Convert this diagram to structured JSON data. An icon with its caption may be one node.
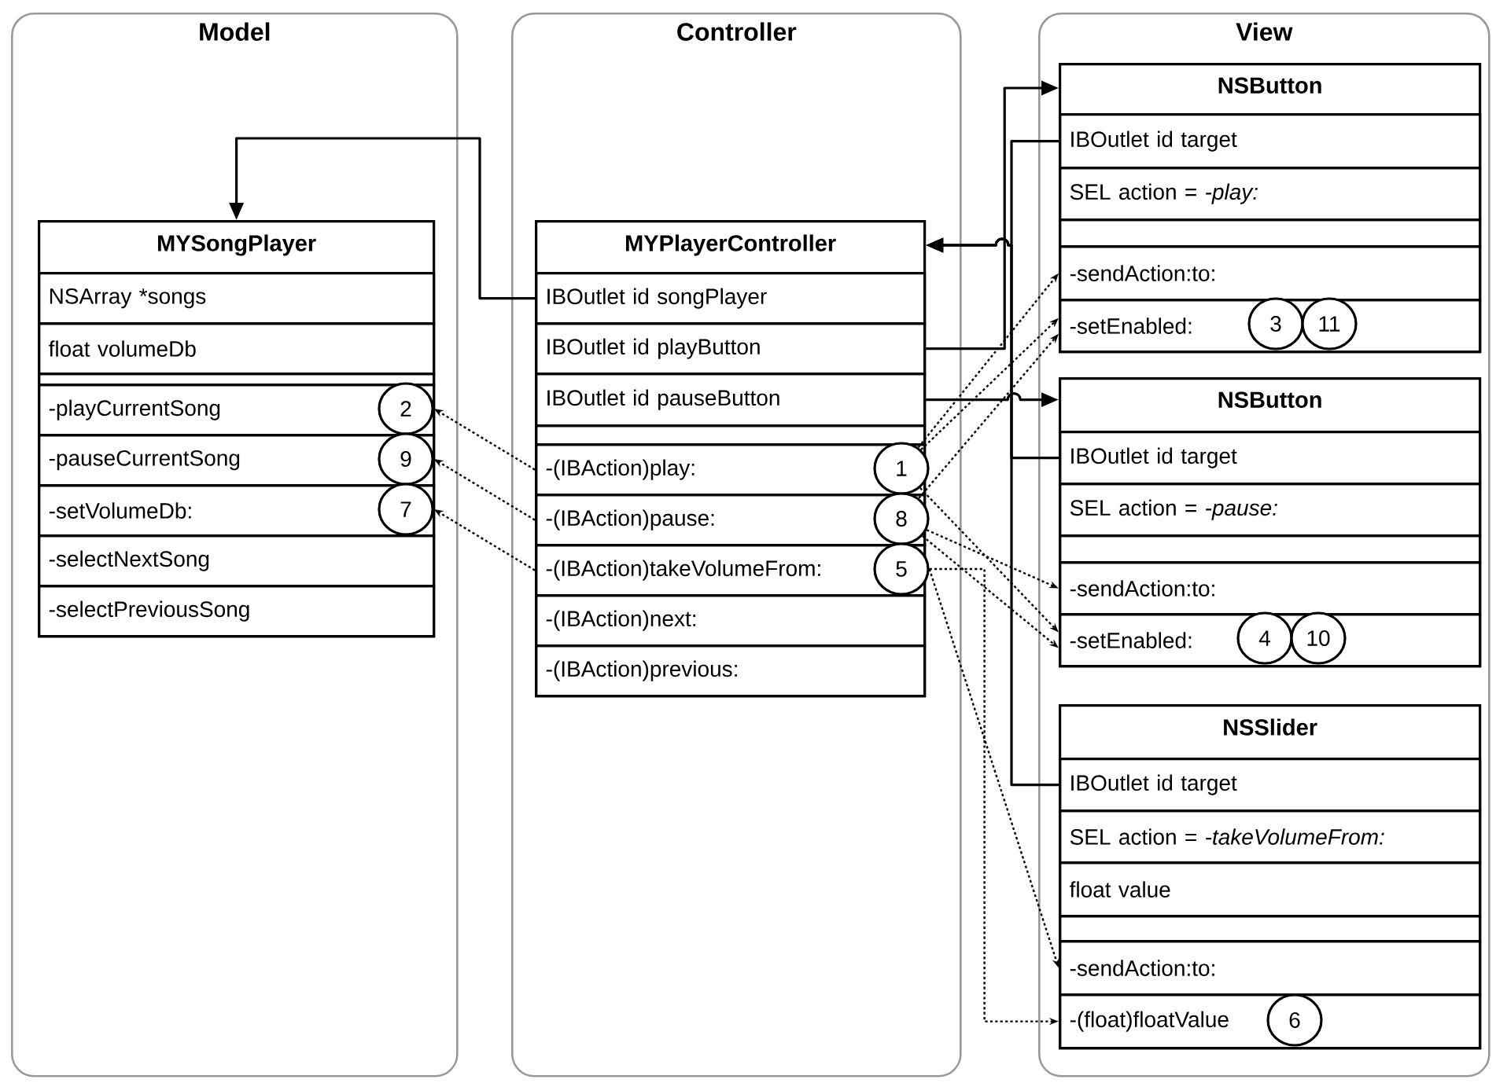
{
  "diagram": {
    "nodes": [
      {
        "text": [
          "Model"
        ]
      },
      {
        "text": [
          "Controller"
        ]
      },
      {
        "text": [
          "View"
        ]
      },
      {
        "text": [
          "MYSongPlayer"
        ],
        "in": 0
      },
      {
        "text": [
          "NSArray *songs"
        ],
        "in": 3
      },
      {
        "text": [
          "float volumeDb"
        ],
        "in": 3
      },
      {
        "text": [],
        "shape": "box",
        "in": 3
      },
      {
        "text": [
          "-playCurrentSong"
        ],
        "in": 3
      },
      {
        "text": [
          "2"
        ],
        "in": 7
      },
      {
        "text": [
          "-pauseCurrentSong"
        ],
        "in": 3
      },
      {
        "text": [
          "9"
        ],
        "in": 9
      },
      {
        "text": [
          "-setVolumeDb:"
        ],
        "in": 3
      },
      {
        "text": [
          "7"
        ],
        "in": 11
      },
      {
        "text": [
          "-selectNextSong"
        ],
        "in": 3
      },
      {
        "text": [
          "-selectPreviousSong"
        ],
        "in": 3
      },
      {
        "text": [
          "MYPlayerController"
        ],
        "in": 1
      },
      {
        "text": [
          "IBOutlet id songPlayer"
        ],
        "in": 15
      },
      {
        "text": [
          "IBOutlet id playButton"
        ],
        "in": 15
      },
      {
        "text": [
          "IBOutlet id pauseButton"
        ],
        "in": 15
      },
      {
        "text": [],
        "shape": "box",
        "in": 15
      },
      {
        "text": [
          "-(IBAction)play:"
        ],
        "in": 15
      },
      {
        "text": [
          "1"
        ],
        "in": 20
      },
      {
        "text": [
          "-(IBAction)pause:"
        ],
        "in": 15
      },
      {
        "text": [
          "8"
        ],
        "in": 22
      },
      {
        "text": [
          "-(IBAction)takeVolumeFrom:"
        ],
        "in": 15
      },
      {
        "text": [
          "5"
        ],
        "in": 24
      },
      {
        "text": [
          "-(IBAction)next:"
        ],
        "in": 15
      },
      {
        "text": [
          "-(IBAction)previous:"
        ],
        "in": 15
      },
      {
        "text": [
          "NSButton"
        ],
        "in": 2
      },
      {
        "text": [
          "IBOutlet id target"
        ],
        "in": 28
      },
      {
        "text": [
          "SEL action = *-play:*"
        ],
        "in": 28
      },
      {
        "text": [],
        "shape": "box",
        "in": 28
      },
      {
        "text": [
          "-sendAction:to:"
        ],
        "in": 28
      },
      {
        "text": [
          "-setEnabled:"
        ],
        "in": 28
      },
      {
        "text": [
          "3"
        ],
        "in": 33
      },
      {
        "text": [
          "11"
        ],
        "in": 33
      },
      {
        "text": [
          "NSButton"
        ],
        "in": 2
      },
      {
        "text": [
          "IBOutlet id target"
        ],
        "in": 36
      },
      {
        "text": [
          "SEL action = *-pause:*"
        ],
        "in": 36
      },
      {
        "text": [],
        "shape": "box",
        "in": 36
      },
      {
        "text": [
          "-sendAction:to:"
        ],
        "in": 36
      },
      {
        "text": [
          "-setEnabled:"
        ],
        "in": 36
      },
      {
        "text": [
          "4"
        ],
        "in": 41
      },
      {
        "text": [
          "10"
        ],
        "in": 41
      },
      {
        "text": [
          "NSSlider"
        ],
        "in": 2
      },
      {
        "text": [
          "IBOutlet id target"
        ],
        "in": 44
      },
      {
        "text": [
          "SEL action = *-takeVolumeFrom:*"
        ],
        "in": 44
      },
      {
        "text": [
          "float value"
        ],
        "in": 44
      },
      {
        "text": [],
        "shape": "box",
        "in": 44
      },
      {
        "text": [
          "-sendAction:to:"
        ],
        "in": 44
      },
      {
        "text": [
          "-(float)floatValue"
        ],
        "in": 44
      },
      {
        "text": [
          "6"
        ],
        "in": 50
      }
    ],
    "edges": [
      {
        "from": 16,
        "to": 3,
        "arrow": "to"
      },
      {
        "from": 17,
        "to": 28,
        "arrow": "to"
      },
      {
        "from": 29,
        "to": 15,
        "arrow": "to"
      },
      {
        "from": 37,
        "to": 15,
        "arrow": "to"
      },
      {
        "from": 18,
        "to": 36,
        "arrow": "to"
      },
      {
        "from": 45,
        "to": 15,
        "arrow": "to"
      },
      {
        "from": 20,
        "to": 8,
        "arrow": "to",
        "style": "dashed"
      },
      {
        "from": 22,
        "to": 10,
        "arrow": "to",
        "style": "dashed"
      },
      {
        "from": 24,
        "to": 12,
        "arrow": "to",
        "style": "dashed"
      },
      {
        "from": 21,
        "to": 32,
        "arrow": "to",
        "style": "dashed"
      },
      {
        "from": 21,
        "to": 33,
        "arrow": "to",
        "style": "dashed"
      },
      {
        "from": 23,
        "to": 33,
        "arrow": "to",
        "style": "dashed"
      },
      {
        "from": 21,
        "to": 41,
        "arrow": "to",
        "style": "dashed"
      },
      {
        "from": 23,
        "to": 40,
        "arrow": "to",
        "style": "dashed"
      },
      {
        "from": 23,
        "to": 41,
        "arrow": "to",
        "style": "dashed"
      },
      {
        "from": 25,
        "to": 49,
        "arrow": "to",
        "style": "dashed"
      },
      {
        "from": 25,
        "to": 50,
        "arrow": "to",
        "style": "dashed"
      }
    ]
  }
}
